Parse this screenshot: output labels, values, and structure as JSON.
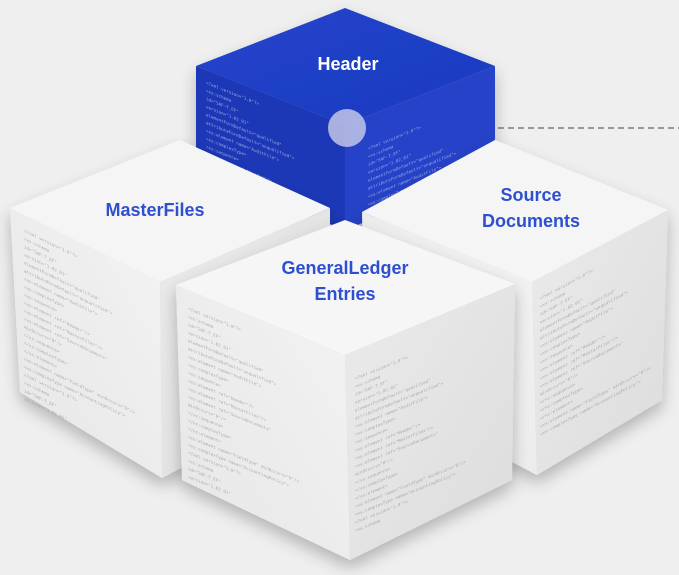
{
  "colors": {
    "background": "#efefef",
    "header_top": "#2346c9",
    "header_left": "#1a38b8",
    "header_right": "#2741c4",
    "label_blue": "#2d4fd0",
    "label_white": "#ffffff",
    "cube_top": "#f4f4f4",
    "cube_left": "#e9e9e9",
    "cube_right": "#e2e2e2",
    "connector": "#666666"
  },
  "blocks": {
    "header": {
      "title": "Header"
    },
    "master": {
      "title": "MasterFiles"
    },
    "source": {
      "title_line1": "Source",
      "title_line2": "Documents"
    },
    "ledger": {
      "title_line1": "GeneralLedger",
      "title_line2": "Entries"
    }
  },
  "xml_lines": [
    "<?xml version=\"1.0\"?>",
    "<xs:schema",
    "  id=\"SAF-T_EF\"",
    "  version=\"1.02_01\"",
    "  elementFormDefault=\"qualified\"",
    "  attributeFormDefault=\"unqualified\">",
    "  <xs:element name=\"AuditFile\">",
    "    <xs:complexType>",
    "      <xs:sequence>",
    "        <xs:element ref=\"Header\"/>",
    "        <xs:element ref=\"MasterFiles\"/>",
    "        <xs:element ref=\"SourceDocuments\"",
    "          minOccurs=\"0\"/>",
    "      </xs:sequence>",
    "    </xs:complexType>",
    "  </xs:element>",
    "  <xs:element name=\"FieldType\" minOccurs=\"0\"/>",
    "  <xs:complexType name=\"AccountingPolicy\">"
  ]
}
